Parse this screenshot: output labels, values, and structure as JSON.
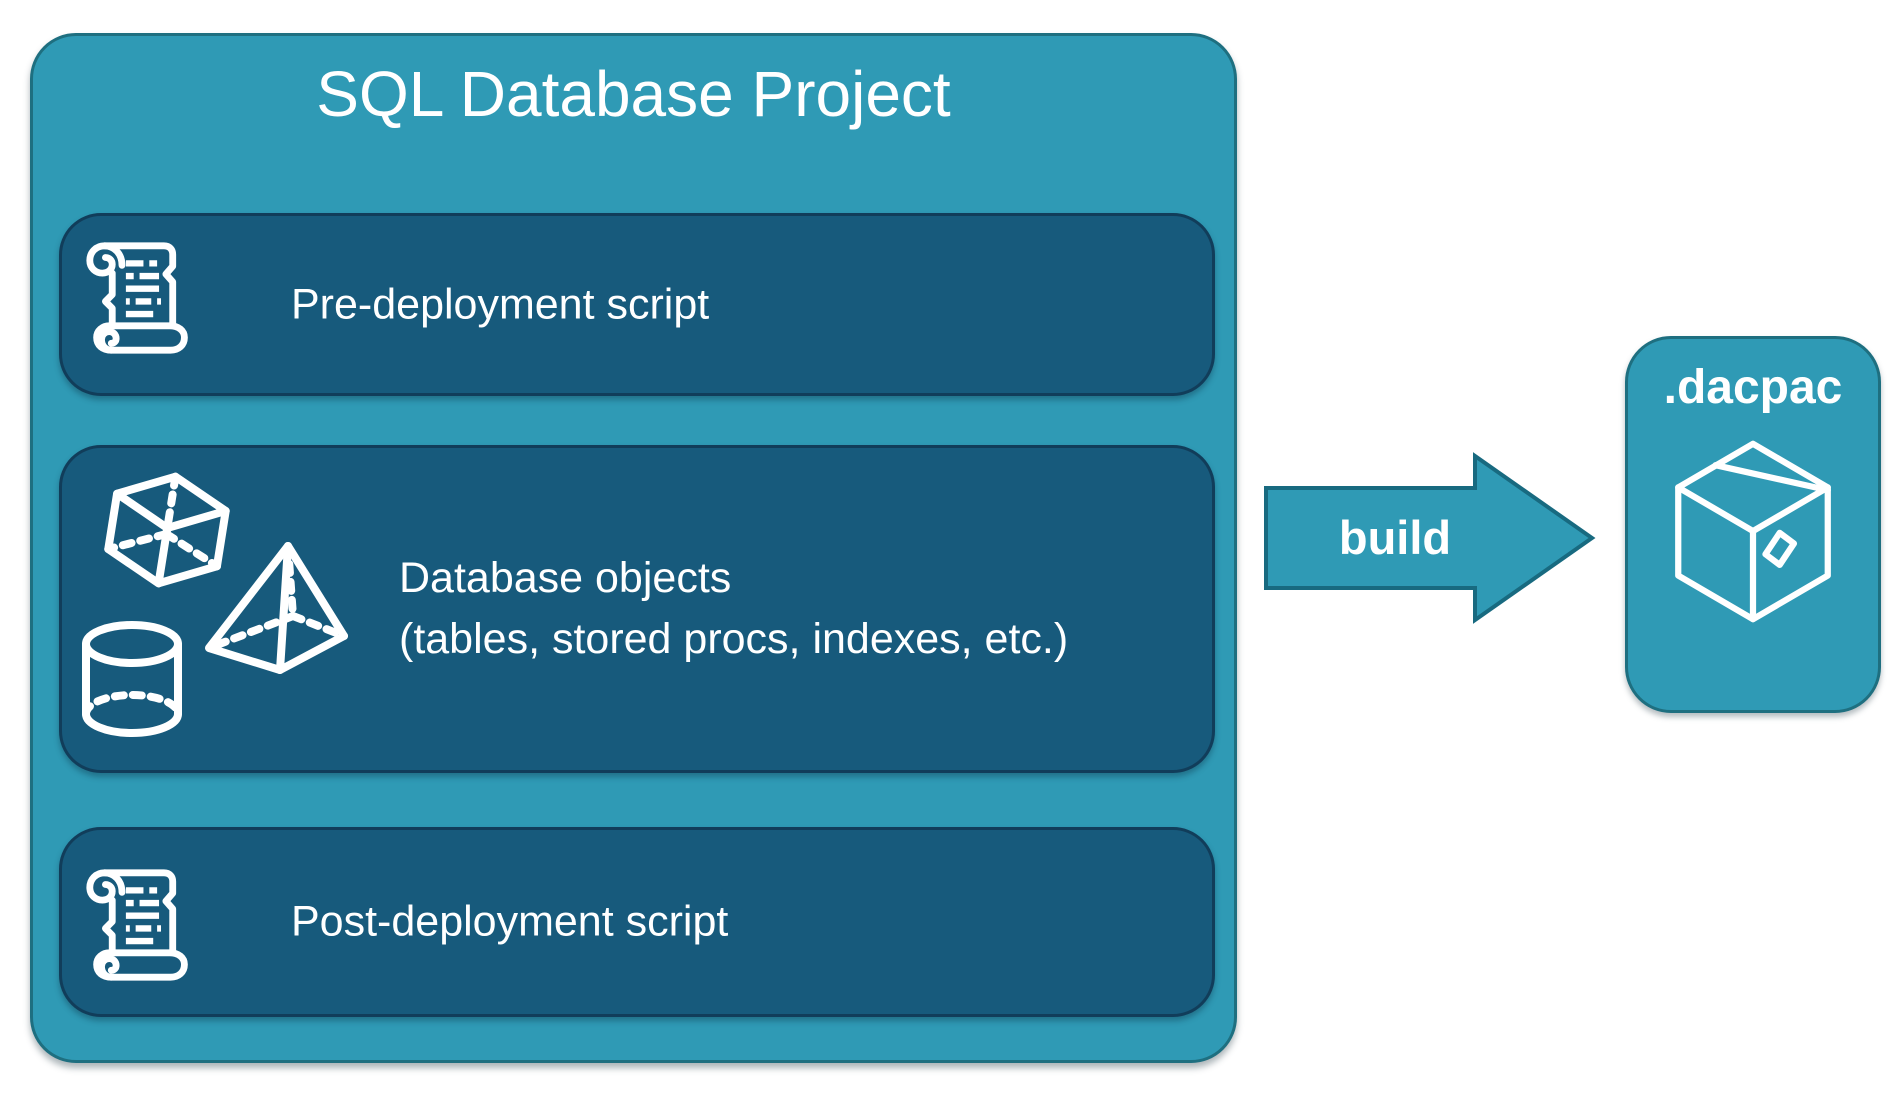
{
  "project": {
    "title": "SQL Database Project",
    "sections": [
      {
        "label": "Pre-deployment script",
        "icon": "scroll-icon"
      },
      {
        "label_line1": "Database objects",
        "label_line2": "(tables, stored procs, indexes, etc.)",
        "icon": "3d-shapes-icon"
      },
      {
        "label": "Post-deployment script",
        "icon": "scroll-icon"
      }
    ]
  },
  "arrow": {
    "label": "build",
    "icon": "arrow-right-shape"
  },
  "output": {
    "label": ".dacpac",
    "icon": "package-icon"
  },
  "colors": {
    "light_teal": "#2F9AB5",
    "dark_teal": "#175A7C",
    "outer_border": "#1E6F80",
    "inner_border": "#113D5A",
    "text": "#FFFFFF"
  }
}
